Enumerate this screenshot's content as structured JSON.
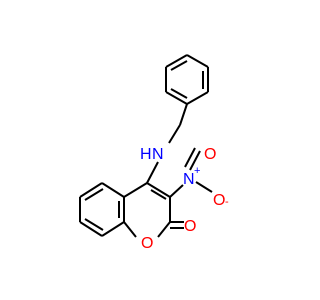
{
  "molecule": {
    "atoms": {
      "amine_n": {
        "symbol": "N",
        "color": "#0000ff"
      },
      "amine_h": {
        "symbol": "H",
        "color": "#0000ff"
      },
      "nitro_n": {
        "symbol": "N",
        "color": "#0000ff",
        "charge": "+"
      },
      "nitro_o_minus": {
        "symbol": "O",
        "color": "#ff0000",
        "charge": "-"
      },
      "nitro_o_double": {
        "symbol": "O",
        "color": "#ff0000"
      },
      "ring_o": {
        "symbol": "O",
        "color": "#ff0000"
      },
      "carbonyl_o": {
        "symbol": "O",
        "color": "#ff0000"
      }
    },
    "bond_color": "#000000",
    "background": "#ffffff"
  }
}
